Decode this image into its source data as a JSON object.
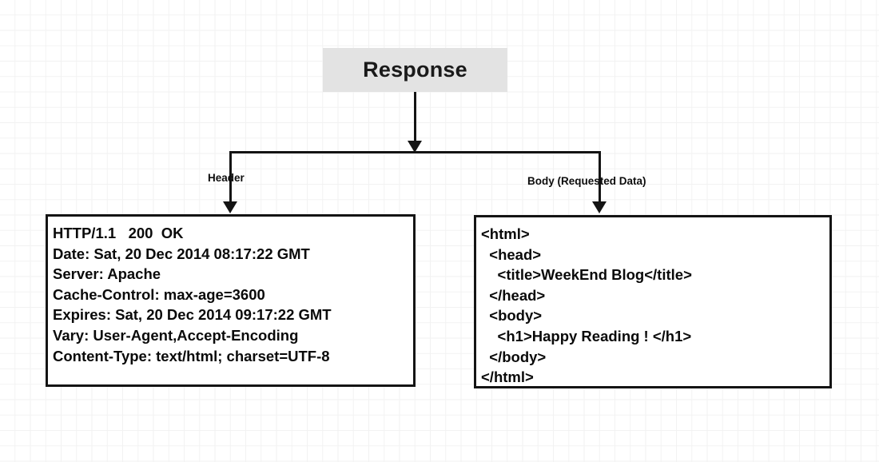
{
  "diagram": {
    "title_box": {
      "label": "Response",
      "fill_color": "#e3e3e3"
    },
    "branches": [
      {
        "name": "header",
        "label": "Header"
      },
      {
        "name": "body",
        "label": "Body (Requested Data)"
      }
    ],
    "header_box": {
      "lines": [
        "HTTP/1.1   200  OK",
        "Date: Sat, 20 Dec 2014 08:17:22 GMT",
        "Server: Apache",
        "Cache-Control: max-age=3600",
        "Expires: Sat, 20 Dec 2014 09:17:22 GMT",
        "Vary: User-Agent,Accept-Encoding",
        "Content-Type: text/html; charset=UTF-8"
      ]
    },
    "body_box": {
      "lines": [
        "<html>",
        "  <head>",
        "    <title>WeekEnd Blog</title>",
        "  </head>",
        "  <body>",
        "    <h1>Happy Reading ! </h1>",
        "  </body>",
        "</html>"
      ]
    },
    "colors": {
      "line": "#141414",
      "text": "#0a0a0a",
      "grid_minor": "#f2f2f2",
      "grid_major": "#e8e8e8"
    }
  }
}
